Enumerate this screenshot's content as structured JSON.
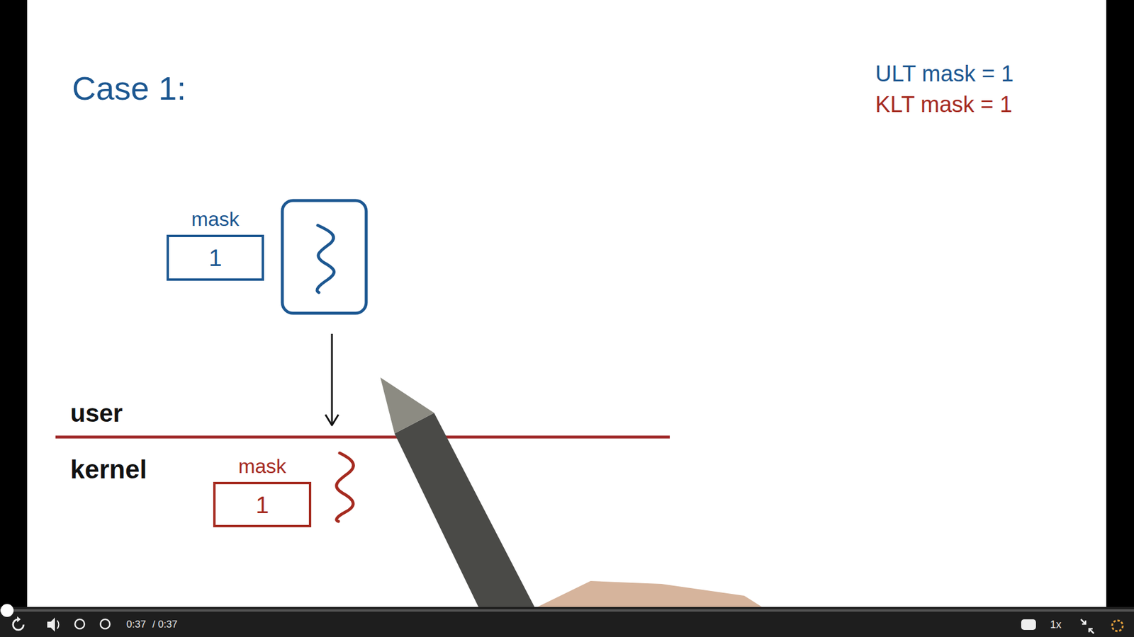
{
  "diagram": {
    "title": "Case 1:",
    "nodes": [
      {
        "text": [
          "mask",
          "1"
        ]
      },
      {
        "text": [
          "mask",
          "1"
        ]
      }
    ],
    "labels": [
      "ULT mask = 1",
      "KLT mask = 1",
      "user",
      "kernel",
      "0:37",
      "/ 0:37",
      "1x"
    ]
  }
}
